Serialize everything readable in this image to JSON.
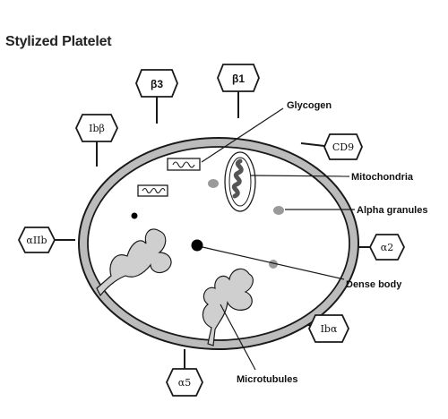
{
  "title": "Stylized Platelet",
  "labels": {
    "glycogen": "Glycogen",
    "mitochondria": "Mitochondria",
    "alpha_granules": "Alpha granules",
    "dense_body": "Dense body",
    "microtubules": "Microtubules"
  },
  "receptors": {
    "b1": "β1",
    "b3": "β3",
    "ibb": "Ibβ",
    "cd9": "CD9",
    "aiib": "αIIb",
    "a2": "α2",
    "iba": "Ibα",
    "a5": "α5"
  },
  "colors": {
    "membrane": "#bcbcbc",
    "granule": "#9a9a9a",
    "dense": "#000000",
    "microtubule_fill": "#cfcfcf",
    "outline": "#1a1a1a"
  }
}
